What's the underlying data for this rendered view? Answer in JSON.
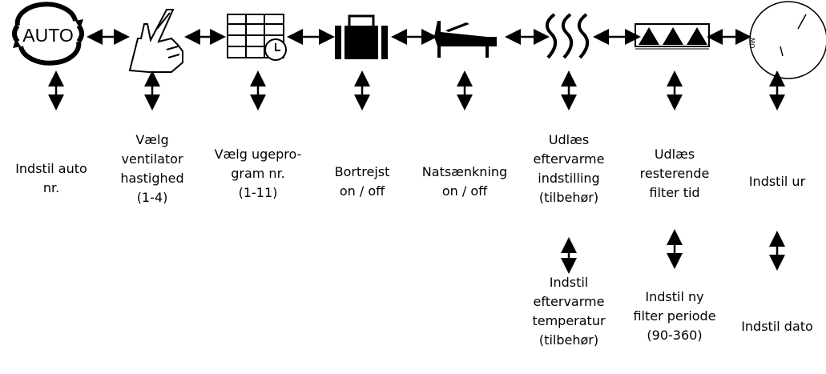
{
  "icons": {
    "auto_text": "AUTO",
    "clock_mark": "MO"
  },
  "labels": [
    {
      "id": "auto",
      "text": "Indstil auto\nnr."
    },
    {
      "id": "fan",
      "text": "Vælg\nventilator\nhastighed\n(1-4)"
    },
    {
      "id": "week",
      "text": "Vælg ugepro-\ngram nr.\n(1-11)"
    },
    {
      "id": "away",
      "text": "Bortrejst\non / off"
    },
    {
      "id": "night",
      "text": "Natsænkning\non / off"
    },
    {
      "id": "heater_read",
      "text": "Udlæs\neftervarme\nindstilling\n(tilbehør)"
    },
    {
      "id": "heater_set",
      "text": "Indstil\neftervarme\ntemperatur\n(tilbehør)"
    },
    {
      "id": "filter_read",
      "text": "Udlæs\nresterende\nfilter tid"
    },
    {
      "id": "filter_set",
      "text": "Indstil ny\nfilter periode\n(90-360)"
    },
    {
      "id": "clock",
      "text": "Indstil ur"
    },
    {
      "id": "date",
      "text": "Indstil dato"
    }
  ]
}
